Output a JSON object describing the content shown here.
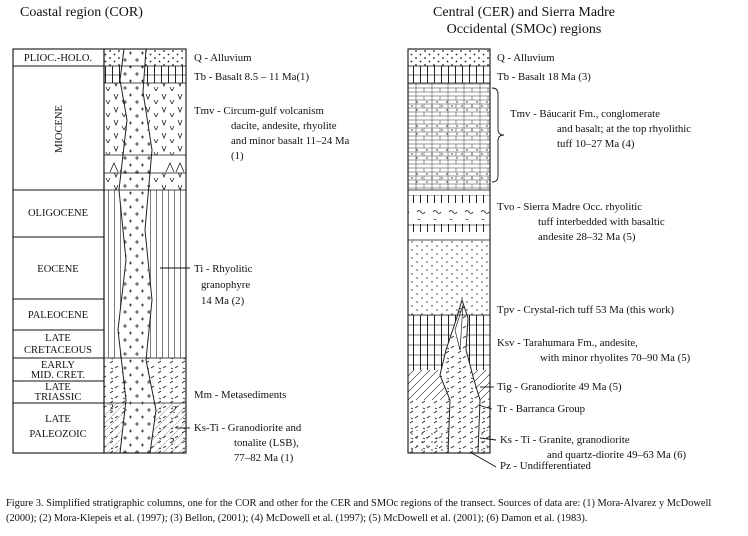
{
  "left_panel": {
    "title": "Coastal region (COR)",
    "ages": [
      {
        "label": "PLIOC.-HOLO."
      },
      {
        "label": "MIOCENE"
      },
      {
        "label": "OLIGOCENE"
      },
      {
        "label": "EOCENE"
      },
      {
        "label": "PALEOCENE"
      },
      {
        "label": "LATE"
      },
      {
        "label": "CRETACEOUS"
      },
      {
        "label": "EARLY"
      },
      {
        "label": "MID. CRET."
      },
      {
        "label": "LATE"
      },
      {
        "label": "TRIASSIC"
      },
      {
        "label": "LATE"
      },
      {
        "label": "PALEOZOIC"
      }
    ],
    "units": [
      {
        "code": "Q",
        "lines": [
          "Q - Alluvium"
        ]
      },
      {
        "code": "Tb",
        "lines": [
          "Tb - Basalt 8.5 – 11 Ma(1)"
        ]
      },
      {
        "code": "Tmv",
        "lines": [
          "Tmv - Circum-gulf volcanism",
          "dacite, andesite, rhyolite",
          "and minor basalt 11–24 Ma",
          "(1)"
        ]
      },
      {
        "code": "Ti",
        "lines": [
          "Ti - Rhyolitic",
          "granophyre",
          "14 Ma   (2)"
        ]
      },
      {
        "code": "Mm",
        "lines": [
          "Mm - Metasediments"
        ]
      },
      {
        "code": "Ks-Ti",
        "lines": [
          "Ks-Ti - Granodiorite and",
          "tonalite (LSB),",
          "77–82 Ma   (1)"
        ]
      }
    ]
  },
  "right_panel": {
    "title_lines": [
      "Central (CER) and Sierra Madre",
      "Occidental (SMOc) regions"
    ],
    "units": [
      {
        "code": "Q",
        "lines": [
          "Q - Alluvium"
        ]
      },
      {
        "code": "Tb",
        "lines": [
          "Tb - Basalt 18 Ma   (3)"
        ]
      },
      {
        "code": "Tmv",
        "lines": [
          "Tmv - Báucarit Fm., conglomerate",
          "and basalt; at the top rhyolithic",
          "tuff 10–27 Ma   (4)"
        ]
      },
      {
        "code": "Tvo",
        "lines": [
          "Tvo - Sierra Madre Occ. rhyolitic",
          "tuff interbedded with basaltic",
          "andesite 28–32 Ma   (5)"
        ]
      },
      {
        "code": "Tpv",
        "lines": [
          "Tpv - Crystal-rich tuff 53 Ma  (this work)"
        ]
      },
      {
        "code": "Ksv",
        "lines": [
          "Ksv - Tarahumara Fm., andesite,",
          "with minor rhyolites 70–90 Ma   (5)"
        ]
      },
      {
        "code": "Tig",
        "lines": [
          "Tig - Granodiorite 49 Ma   (5)"
        ]
      },
      {
        "code": "Tr",
        "lines": [
          "Tr - Barranca Group"
        ]
      },
      {
        "code": "Ks-Ti",
        "lines": [
          "Ks - Ti - Granite, granodiorite",
          "and quartz-diorite 49–63 Ma   (6)"
        ]
      },
      {
        "code": "Pz",
        "lines": [
          "Pz - Undifferentiated"
        ]
      }
    ]
  },
  "caption": {
    "text": "Figure 3. Simplified stratigraphic columns, one for the COR and other for the CER and SMOc regions of the transect. Sources of data are: (1) Mora-Alvarez y McDowell (2000); (2) Mora-Klepeis et al. (1997); (3) Bellon, (2001); (4) McDowell et al. (1997); (5) McDowell et al. (2001); (6) Damon et al. (1983)."
  }
}
